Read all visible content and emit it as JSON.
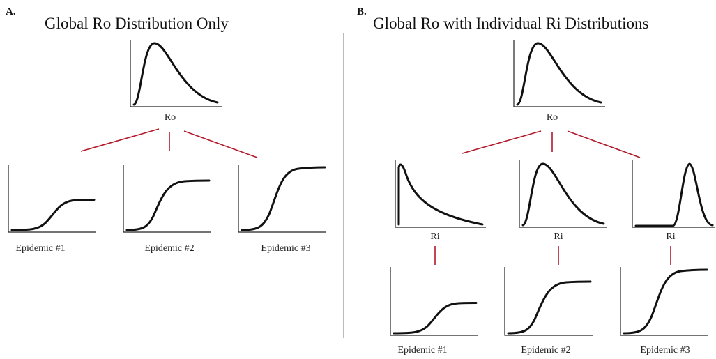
{
  "panels": {
    "a": {
      "letter": "A.",
      "title": "Global Ro Distribution Only",
      "global_label": "Ro",
      "epidemics": [
        {
          "label": "Epidemic #1",
          "final_level": 0.35
        },
        {
          "label": "Epidemic #2",
          "final_level": 0.72
        },
        {
          "label": "Epidemic #3",
          "final_level": 0.95
        }
      ]
    },
    "b": {
      "letter": "B.",
      "title": "Global Ro with Individual Ri Distributions",
      "global_label": "Ro",
      "individual_label": "Ri",
      "epidemics": [
        {
          "label": "Epidemic #1",
          "final_level": 0.35
        },
        {
          "label": "Epidemic #2",
          "final_level": 0.72
        },
        {
          "label": "Epidemic #3",
          "final_level": 0.95
        }
      ]
    }
  },
  "colors": {
    "connector": "#b11a2b",
    "curve": "#111111",
    "axis": "#222222"
  }
}
